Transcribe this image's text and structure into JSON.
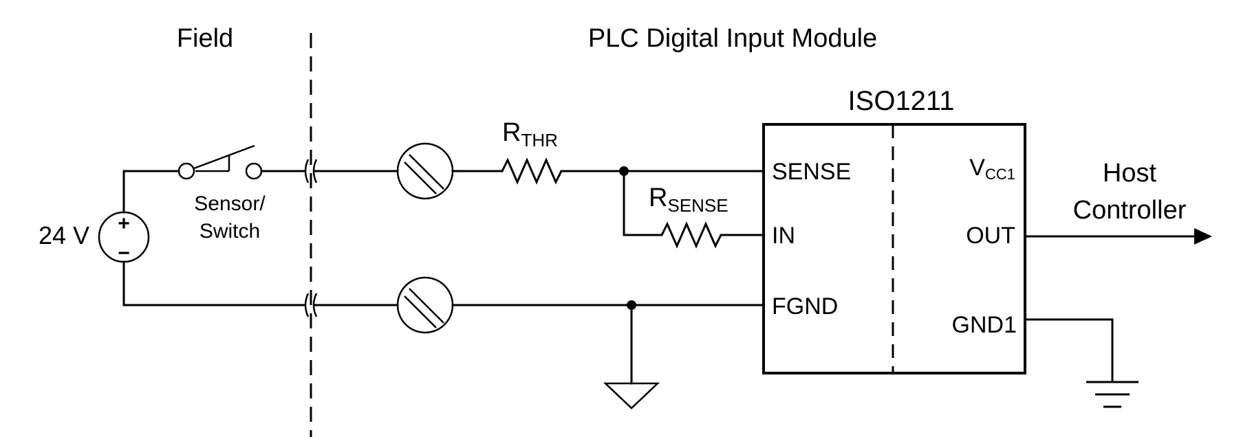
{
  "labels": {
    "field": "Field",
    "module": "PLC Digital Input Module",
    "chip_name": "ISO1211",
    "r_thr_main": "R",
    "r_thr_sub": "THR",
    "r_sense_main": "R",
    "r_sense_sub": "SENSE",
    "supply": "24 V",
    "supply_plus": "+",
    "supply_minus": "−",
    "sensor_line1": "Sensor/",
    "sensor_line2": "Switch",
    "pin_sense": "SENSE",
    "pin_in": "IN",
    "pin_fgnd": "FGND",
    "pin_vcc_main": "V",
    "pin_vcc_sub": "CC1",
    "pin_out": "OUT",
    "pin_gnd1": "GND1",
    "host_line1": "Host",
    "host_line2": "Controller"
  },
  "colors": {
    "ink": "#000000",
    "background": "#ffffff"
  }
}
